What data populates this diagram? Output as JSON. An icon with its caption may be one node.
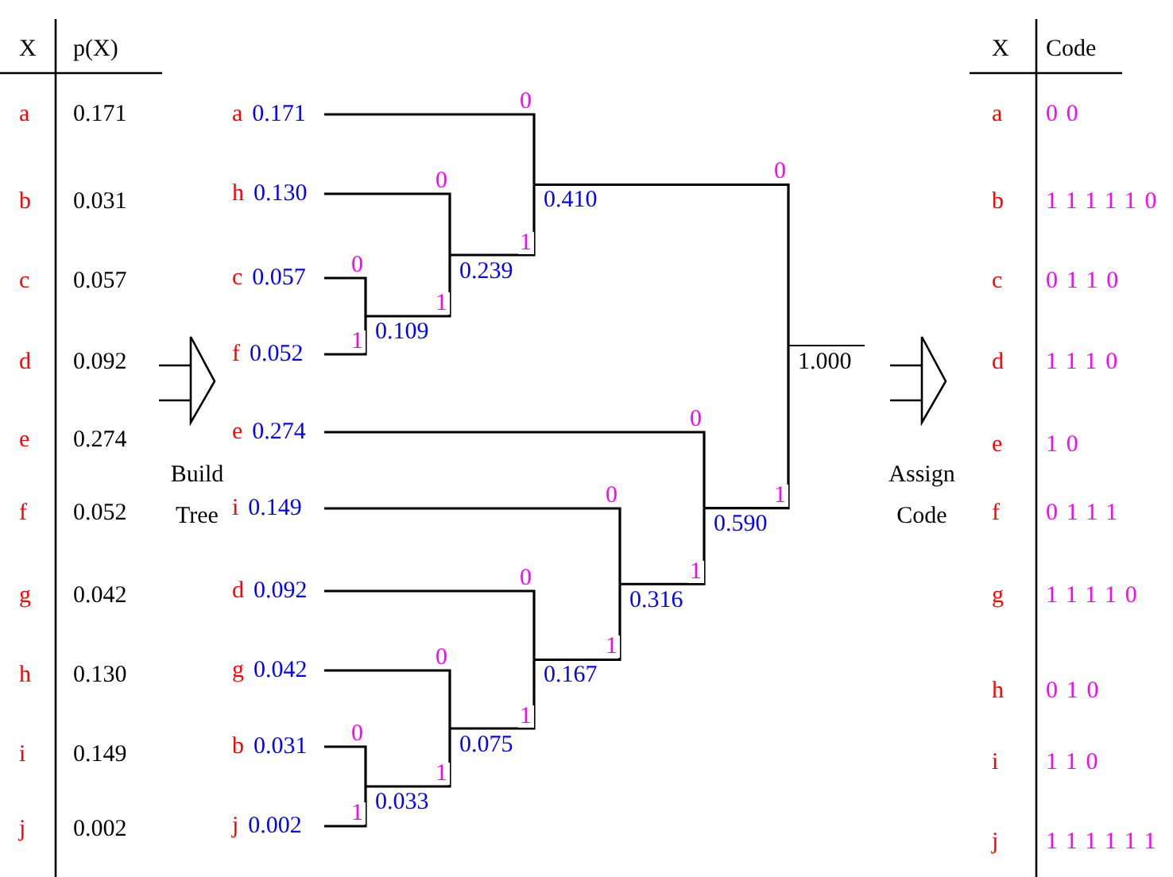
{
  "diagram": {
    "nodes": [
      {
        "text": [
          "a",
          "0.171"
        ]
      },
      {
        "text": [
          "h",
          "0.130"
        ]
      },
      {
        "text": [
          "c",
          "0.057"
        ]
      },
      {
        "text": [
          "f",
          "0.052"
        ]
      },
      {
        "text": [
          "e",
          "0.274"
        ]
      },
      {
        "text": [
          "i",
          "0.149"
        ]
      },
      {
        "text": [
          "d",
          "0.092"
        ]
      },
      {
        "text": [
          "g",
          "0.042"
        ]
      },
      {
        "text": [
          "b",
          "0.031"
        ]
      },
      {
        "text": [
          "j",
          "0.002"
        ]
      },
      {
        "text": [
          "0.109"
        ]
      },
      {
        "text": [
          "0.239"
        ]
      },
      {
        "text": [
          "0.410"
        ]
      },
      {
        "text": [
          "1.000"
        ]
      },
      {
        "text": [
          "0.590"
        ]
      },
      {
        "text": [
          "0.316"
        ]
      },
      {
        "text": [
          "0.167"
        ]
      },
      {
        "text": [
          "0.075"
        ]
      },
      {
        "text": [
          "0.033"
        ]
      }
    ],
    "edges": [
      {
        "from": 2,
        "to": 10,
        "arrow": "none",
        "label": "0"
      },
      {
        "from": 3,
        "to": 10,
        "arrow": "none",
        "label": "1"
      },
      {
        "from": 1,
        "to": 11,
        "arrow": "none",
        "label": "0"
      },
      {
        "from": 10,
        "to": 11,
        "arrow": "none",
        "label": "1"
      },
      {
        "from": 0,
        "to": 12,
        "arrow": "none",
        "label": "0"
      },
      {
        "from": 11,
        "to": 12,
        "arrow": "none",
        "label": "1"
      },
      {
        "from": 12,
        "to": 13,
        "arrow": "none",
        "label": "0"
      },
      {
        "from": 14,
        "to": 13,
        "arrow": "none",
        "label": "1"
      },
      {
        "from": 4,
        "to": 14,
        "arrow": "none",
        "label": "0"
      },
      {
        "from": 15,
        "to": 14,
        "arrow": "none",
        "label": "1"
      },
      {
        "from": 5,
        "to": 15,
        "arrow": "none",
        "label": "0"
      },
      {
        "from": 16,
        "to": 15,
        "arrow": "none",
        "label": "1"
      },
      {
        "from": 6,
        "to": 16,
        "arrow": "none",
        "label": "0"
      },
      {
        "from": 17,
        "to": 16,
        "arrow": "none",
        "label": "1"
      },
      {
        "from": 7,
        "to": 17,
        "arrow": "none",
        "label": "0"
      },
      {
        "from": 18,
        "to": 17,
        "arrow": "none",
        "label": "1"
      },
      {
        "from": 8,
        "to": 18,
        "arrow": "none",
        "label": "0"
      },
      {
        "from": 9,
        "to": 18,
        "arrow": "none",
        "label": "1"
      }
    ],
    "labels": [
      "X",
      "p(X)",
      "a",
      "0.171",
      "b",
      "0.031",
      "c",
      "0.057",
      "d",
      "0.092",
      "e",
      "0.274",
      "f",
      "0.052",
      "g",
      "0.042",
      "h",
      "0.130",
      "i",
      "0.149",
      "j",
      "0.002",
      "Build Tree",
      "Assign Code",
      "X",
      "Code",
      "a",
      "00",
      "b",
      "111110",
      "c",
      "0110",
      "d",
      "1110",
      "e",
      "10",
      "f",
      "0111",
      "g",
      "11110",
      "h",
      "010",
      "i",
      "110",
      "j",
      "111111"
    ]
  }
}
